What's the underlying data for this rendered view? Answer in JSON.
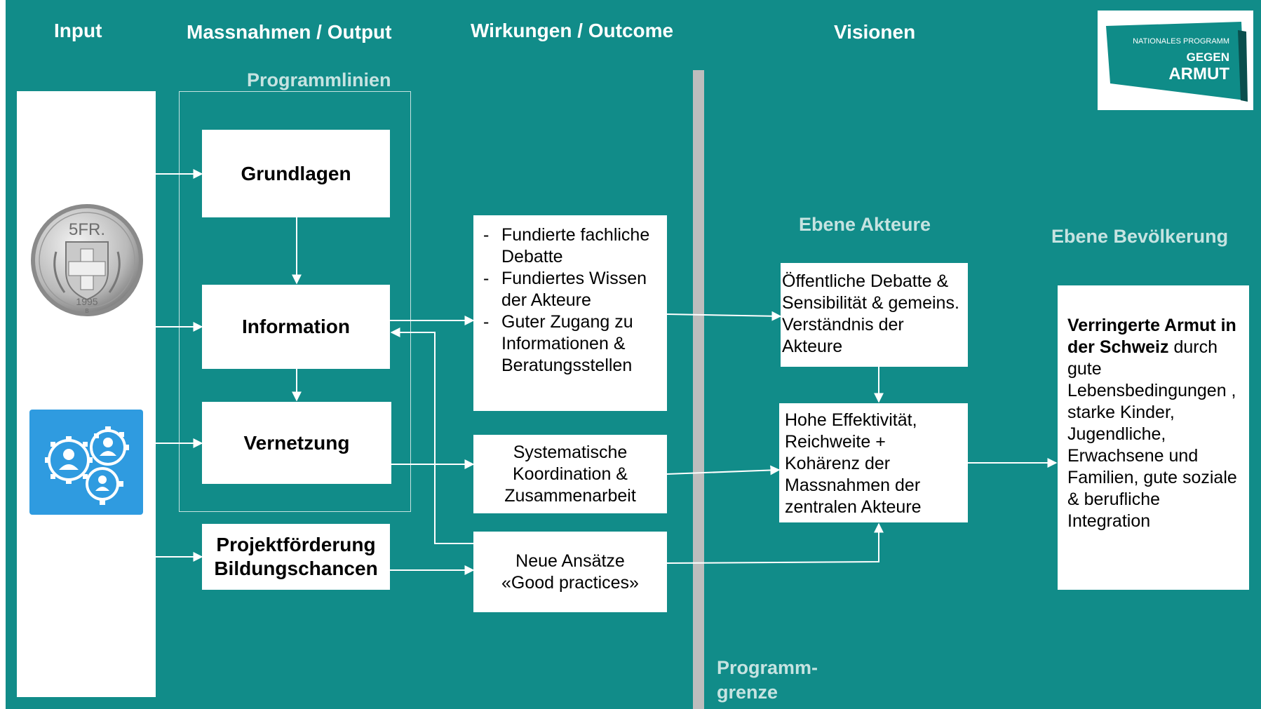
{
  "headers": {
    "input": "Input",
    "massnahmen": "Massnahmen / Output",
    "wirkungen": "Wirkungen / Outcome",
    "visionen": "Visionen"
  },
  "labels": {
    "programmlinien": "Programmlinien",
    "ebene_akteure": "Ebene Akteure",
    "ebene_bevoelkerung": "Ebene Bevölkerung",
    "programmgrenze_1": "Programm-",
    "programmgrenze_2": "grenze"
  },
  "logo": {
    "line1": "NATIONALES PROGRAMM",
    "line2": "GEGEN",
    "line3": "ARMUT"
  },
  "coin": {
    "denomination": "5FR.",
    "year": "1995",
    "mint": "B"
  },
  "programmlinien_boxes": {
    "grundlagen": "Grundlagen",
    "information": "Information",
    "vernetzung": "Vernetzung"
  },
  "projekt": {
    "line1": "Projektförderung",
    "line2": "Bildungschancen"
  },
  "outcomes": {
    "fundiert_items": [
      "Fundierte fachliche Debatte",
      "Fundiertes Wissen der Akteure",
      "Guter Zugang zu Informationen & Beratungsstellen"
    ],
    "koordination": "Systematische Koordination & Zusammenarbeit",
    "neue_line1": "Neue Ansätze",
    "neue_line2": "«Good practices»"
  },
  "akteure": {
    "debatte": "Öffentliche Debatte & Sensibilität & gemeins. Verständnis der Akteure",
    "effektivitaet": "Hohe Effektivität, Reichweite + Kohärenz der Massnahmen der zentralen Akteure"
  },
  "vision": {
    "bold": "Verringerte Armut in der Schweiz",
    "text": "durch gute Lebensbedingungen , starke Kinder, Jugendliche, Erwachsene und Familien, gute soziale & berufliche Integration"
  },
  "colors": {
    "background": "#118c89",
    "boundary": "#bdbdbd",
    "logo": "#0f8c88",
    "gears_bg": "#2f9be0"
  }
}
